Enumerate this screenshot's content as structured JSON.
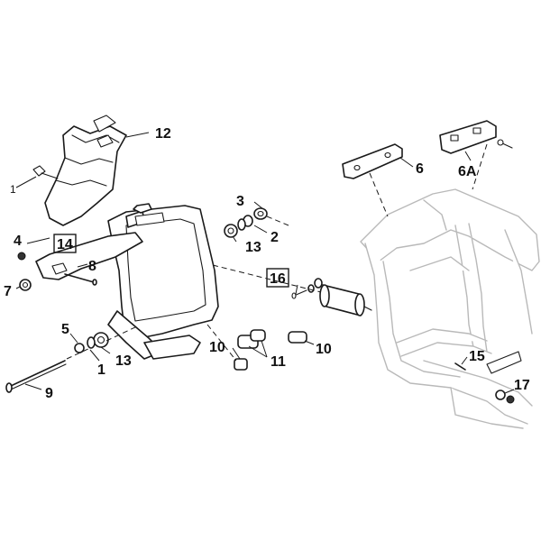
{
  "diagram": {
    "callouts": {
      "c1_top": "1",
      "c12": "12",
      "c3": "3",
      "c2": "2",
      "c13_upper": "13",
      "c4": "4",
      "c14": "14",
      "c8": "8",
      "c7": "7",
      "c16": "16",
      "c5": "5",
      "c1_lower": "1",
      "c13_lower": "13",
      "c9": "9",
      "c10_left": "10",
      "c11": "11",
      "c10_right": "10",
      "c6": "6",
      "c6A": "6A",
      "c15": "15",
      "c17": "17"
    },
    "boxed_callouts": [
      "14",
      "16"
    ]
  }
}
